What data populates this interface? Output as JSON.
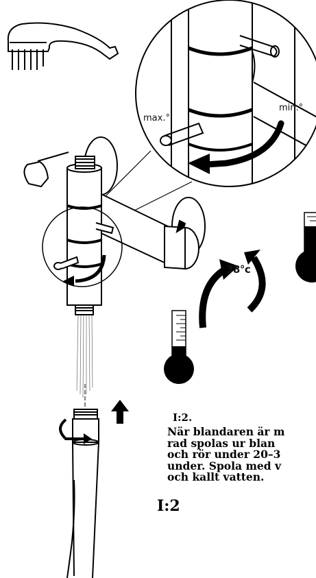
{
  "callout_labels": {
    "max": "max.°",
    "min": "min.°",
    "temperature": "38°c"
  },
  "instructions": {
    "step_small": "I:2.",
    "lines": [
      "När blandaren är m",
      "rad   spolas ur blan",
      "och rör under 20–3",
      "under. Spola med v",
      "och kallt vatten."
    ],
    "step_big": "I:2"
  },
  "colors": {
    "ink": "#000000",
    "paper": "#ffffff"
  },
  "icons": [
    "hand-shower-illustration",
    "tap-assembly-illustration",
    "detail-magnifier-circle",
    "thermometer-icon",
    "rotation-arrow-icon",
    "up-arrow-icon",
    "hose-illustration"
  ]
}
